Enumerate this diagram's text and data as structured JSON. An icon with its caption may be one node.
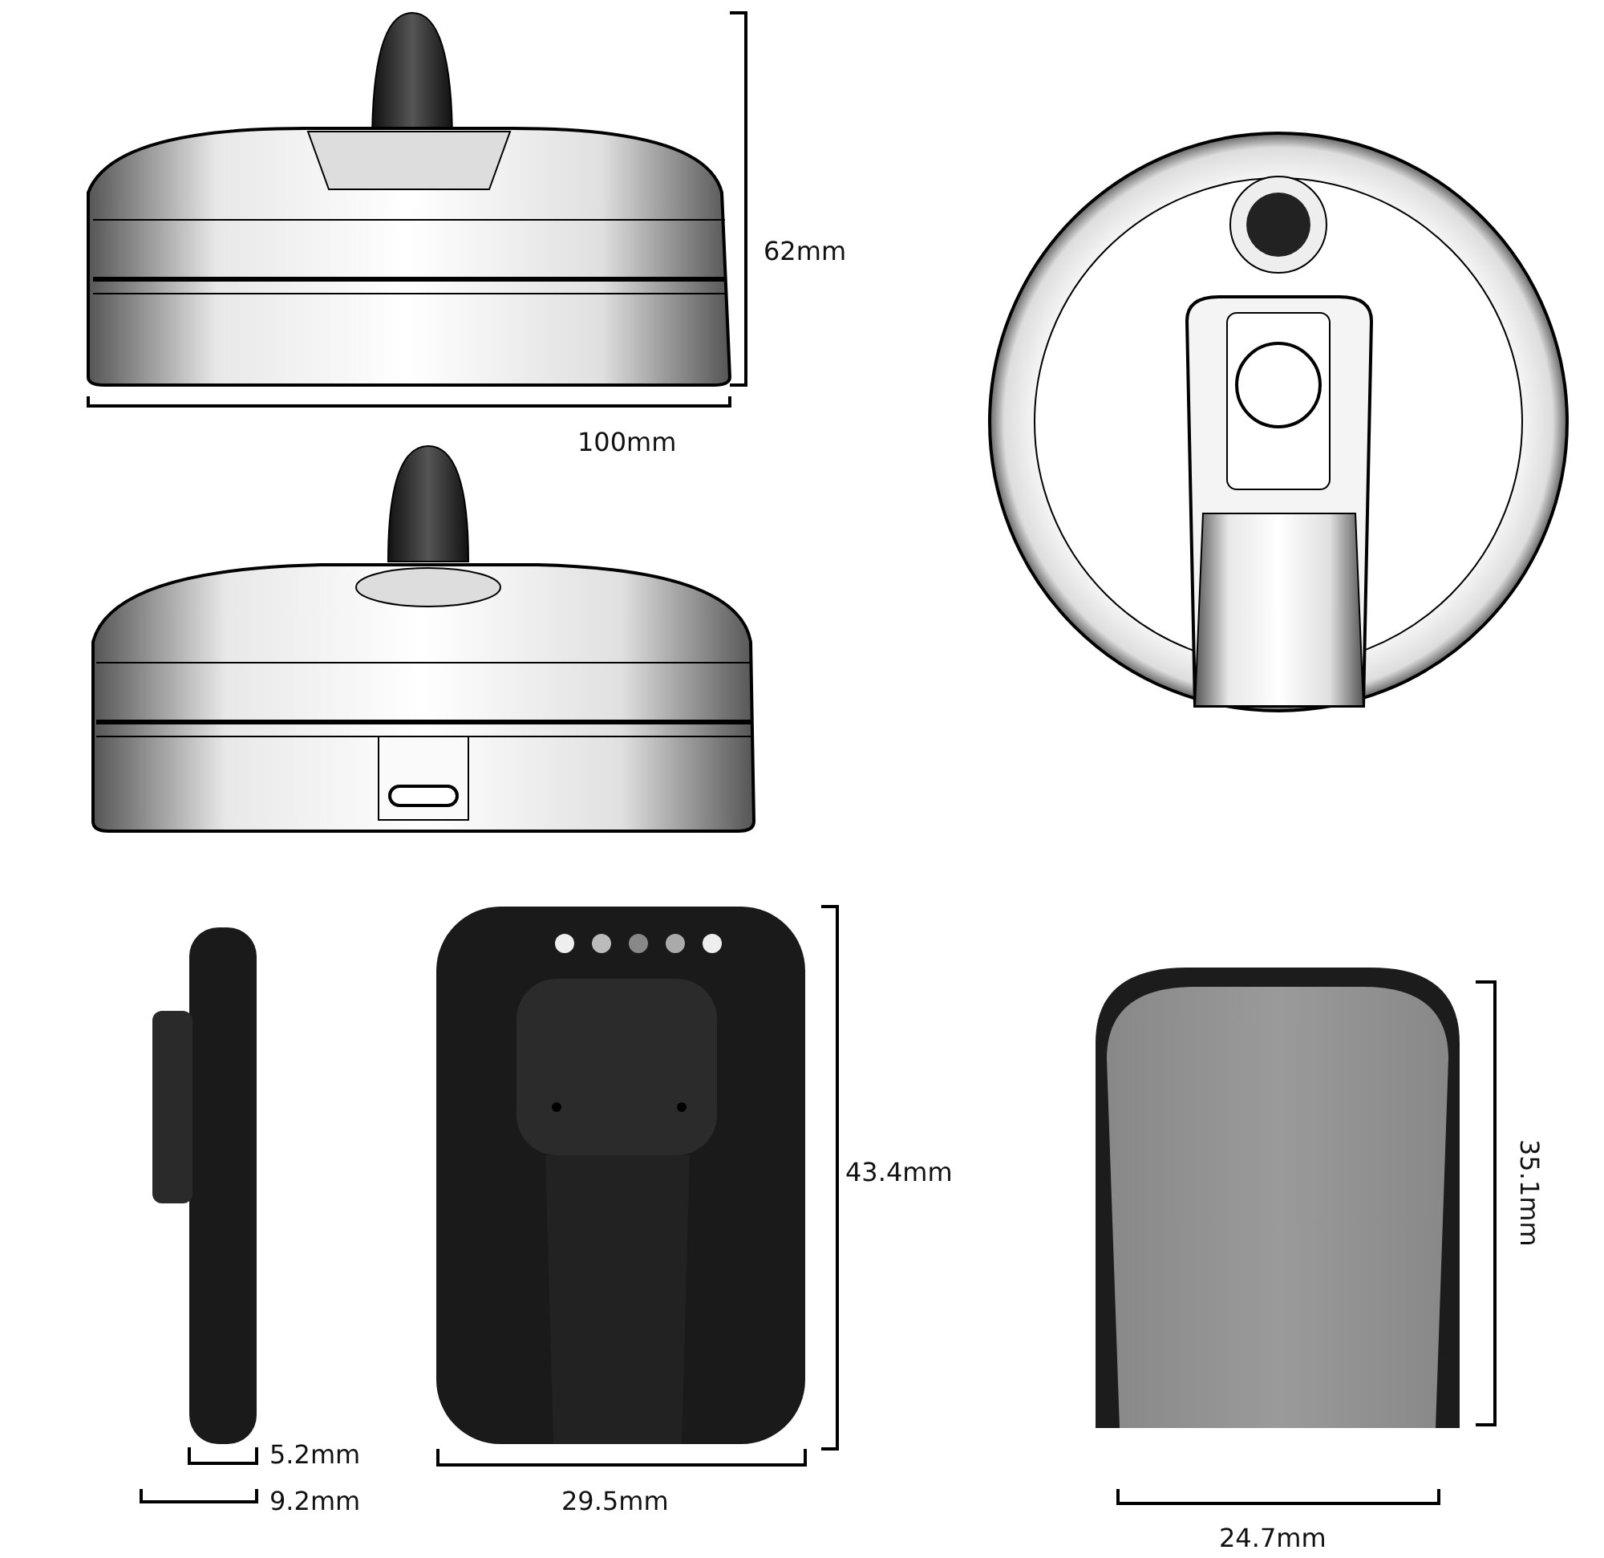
{
  "diagram": {
    "labels": [
      "62mm",
      "100mm",
      "43.4mm",
      "35.1mm",
      "5.2mm",
      "9.2mm",
      "29.5mm",
      "24.7mm"
    ]
  }
}
